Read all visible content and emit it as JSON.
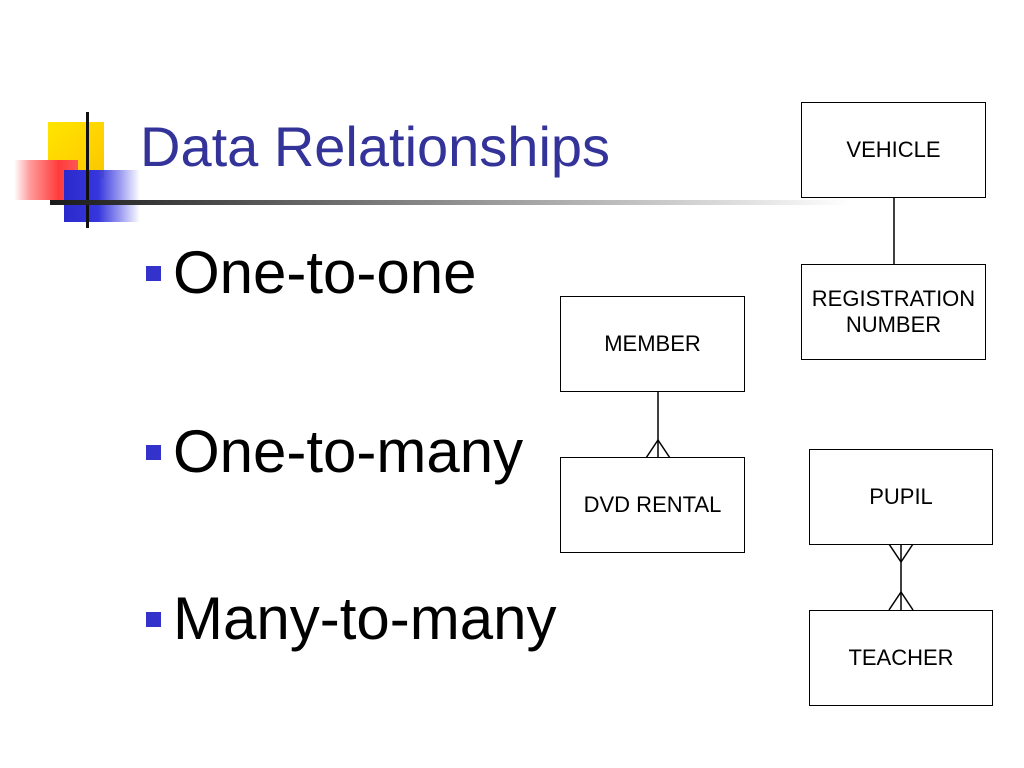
{
  "slide": {
    "title": "Data Relationships",
    "bullets": [
      {
        "label": "One-to-one"
      },
      {
        "label": "One-to-many"
      },
      {
        "label": "Many-to-many"
      }
    ]
  },
  "diagram": {
    "entities": {
      "vehicle": "VEHICLE",
      "registration_number": "REGISTRATION\nNUMBER",
      "member": "MEMBER",
      "dvd_rental": "DVD RENTAL",
      "pupil": "PUPIL",
      "teacher": "TEACHER"
    },
    "relationships": [
      {
        "from": "vehicle",
        "to": "registration_number",
        "type": "one-to-one"
      },
      {
        "from": "member",
        "to": "dvd_rental",
        "type": "one-to-many"
      },
      {
        "from": "pupil",
        "to": "teacher",
        "type": "many-to-many"
      }
    ]
  },
  "colors": {
    "title": "#333399",
    "bullet_marker": "#3333cc",
    "accent_yellow": "#ffd200",
    "accent_red": "#ff3b3b",
    "accent_blue": "#3333cc"
  }
}
